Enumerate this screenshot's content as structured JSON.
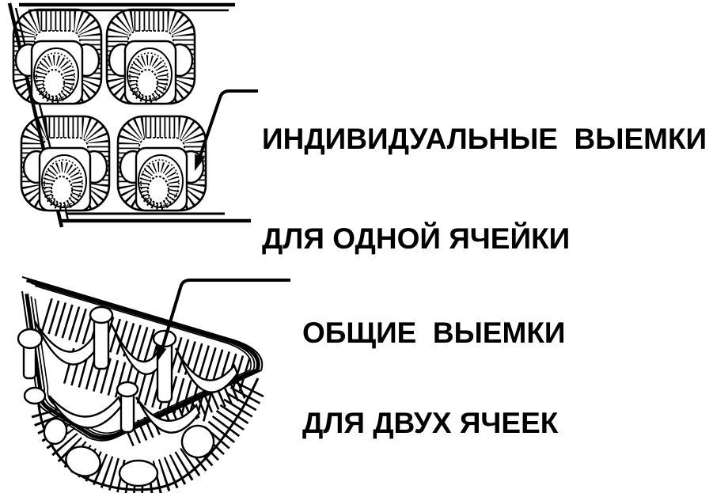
{
  "page": {
    "background": "#ffffff",
    "ink": "#000000"
  },
  "labels": {
    "individual": {
      "line1": "ИНДИВИДУАЛЬНЫЕ  ВЫЕМКИ",
      "line2": "ДЛЯ ОДНОЙ ЯЧЕЙКИ"
    },
    "common": {
      "line1": "ОБЩИЕ  ВЫЕМКИ",
      "line2": "ДЛЯ ДВУХ ЯЧЕЕК"
    }
  }
}
